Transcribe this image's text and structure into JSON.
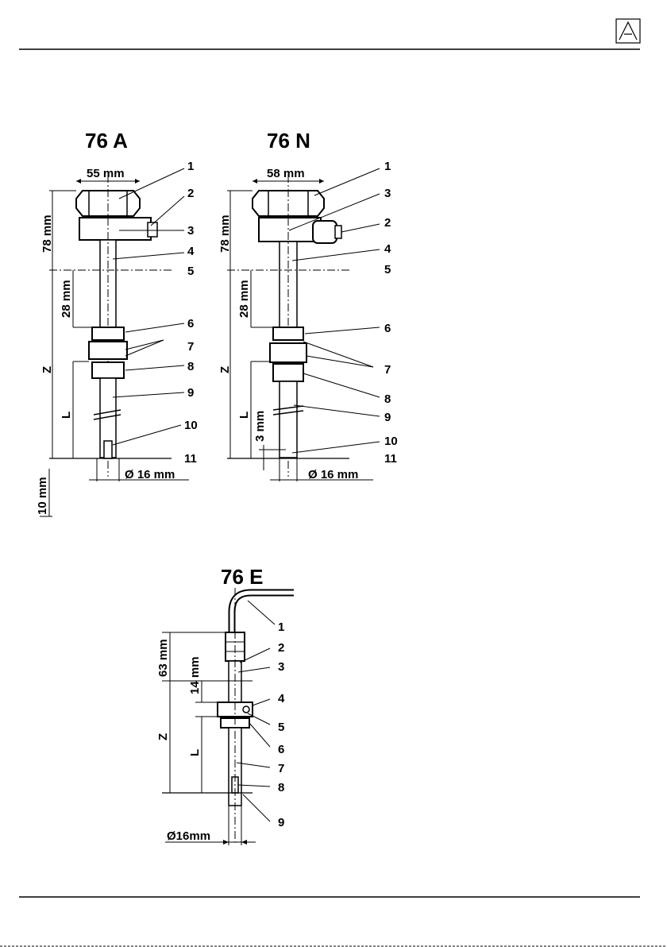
{
  "header": {
    "logo_icon": "triangle-logo-icon"
  },
  "figures": [
    {
      "title": "76 A",
      "dims": {
        "top_width": "55 mm",
        "height_top": "78 mm",
        "height_28": "28 mm",
        "z": "Z",
        "l": "L",
        "diameter": "Ø 16 mm",
        "bottom": "10 mm"
      },
      "callouts": [
        "1",
        "2",
        "3",
        "4",
        "5",
        "6",
        "7",
        "8",
        "9",
        "10",
        "11"
      ]
    },
    {
      "title": "76 N",
      "dims": {
        "top_width": "58 mm",
        "height_top": "78 mm",
        "height_28": "28 mm",
        "z": "Z",
        "l": "L",
        "tip": "3 mm",
        "diameter": "Ø 16 mm"
      },
      "callouts": [
        "1",
        "3",
        "2",
        "4",
        "5",
        "6",
        "7",
        "8",
        "9",
        "10",
        "11"
      ]
    },
    {
      "title": "76 E",
      "dims": {
        "height_top": "63 mm",
        "height_14": "14 mm",
        "z": "Z",
        "l": "L",
        "diameter": "Ø16mm"
      },
      "callouts": [
        "1",
        "2",
        "3",
        "4",
        "5",
        "6",
        "7",
        "8",
        "9"
      ]
    }
  ]
}
